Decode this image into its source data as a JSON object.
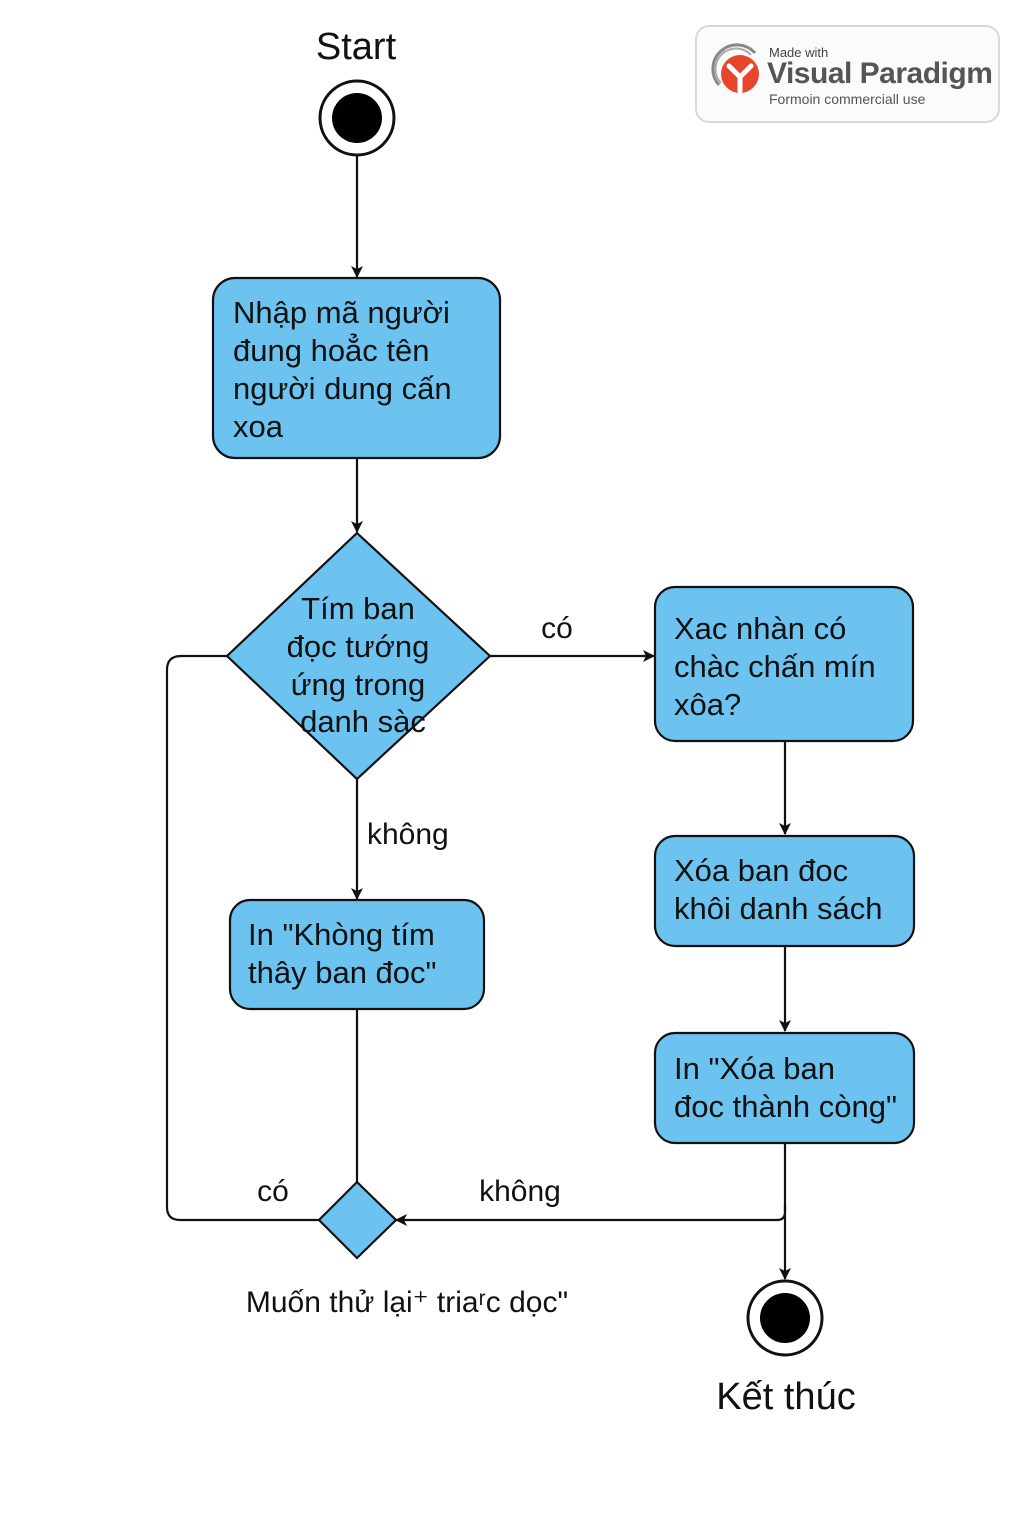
{
  "badge": {
    "made_with": "Made with",
    "brand": "Visual Paradigm",
    "subtitle": "Formoin commerciall use"
  },
  "start_label": "Start",
  "end_label": "Kết thúc",
  "nodes": {
    "input_step": [
      "Nhập mã người",
      "đung hoẳc tên",
      "người dung cấn",
      "xoa"
    ],
    "find_decision": [
      "Tím ban",
      "đọc tướng",
      "ứng trong",
      "danh sàc"
    ],
    "confirm_step": [
      "Xac nhàn có",
      "chàc chấn mín",
      "xôa?"
    ],
    "delete_step": [
      "Xóa ban đoc",
      "khôi danh sách"
    ],
    "success_step": [
      "In \"Xóa ban",
      "đoc thành còng\""
    ],
    "not_found_step": [
      "In \"Khòng tím",
      "thây ban đoc\""
    ]
  },
  "edge_labels": {
    "found_yes": "có",
    "found_no": "không",
    "retry_yes": "có",
    "retry_no": "không"
  },
  "retry_question": "Muốn thử lại⁺ triaʳc dọc\"",
  "colors": {
    "node_fill": "#6CC3F0",
    "stroke": "#111111"
  }
}
